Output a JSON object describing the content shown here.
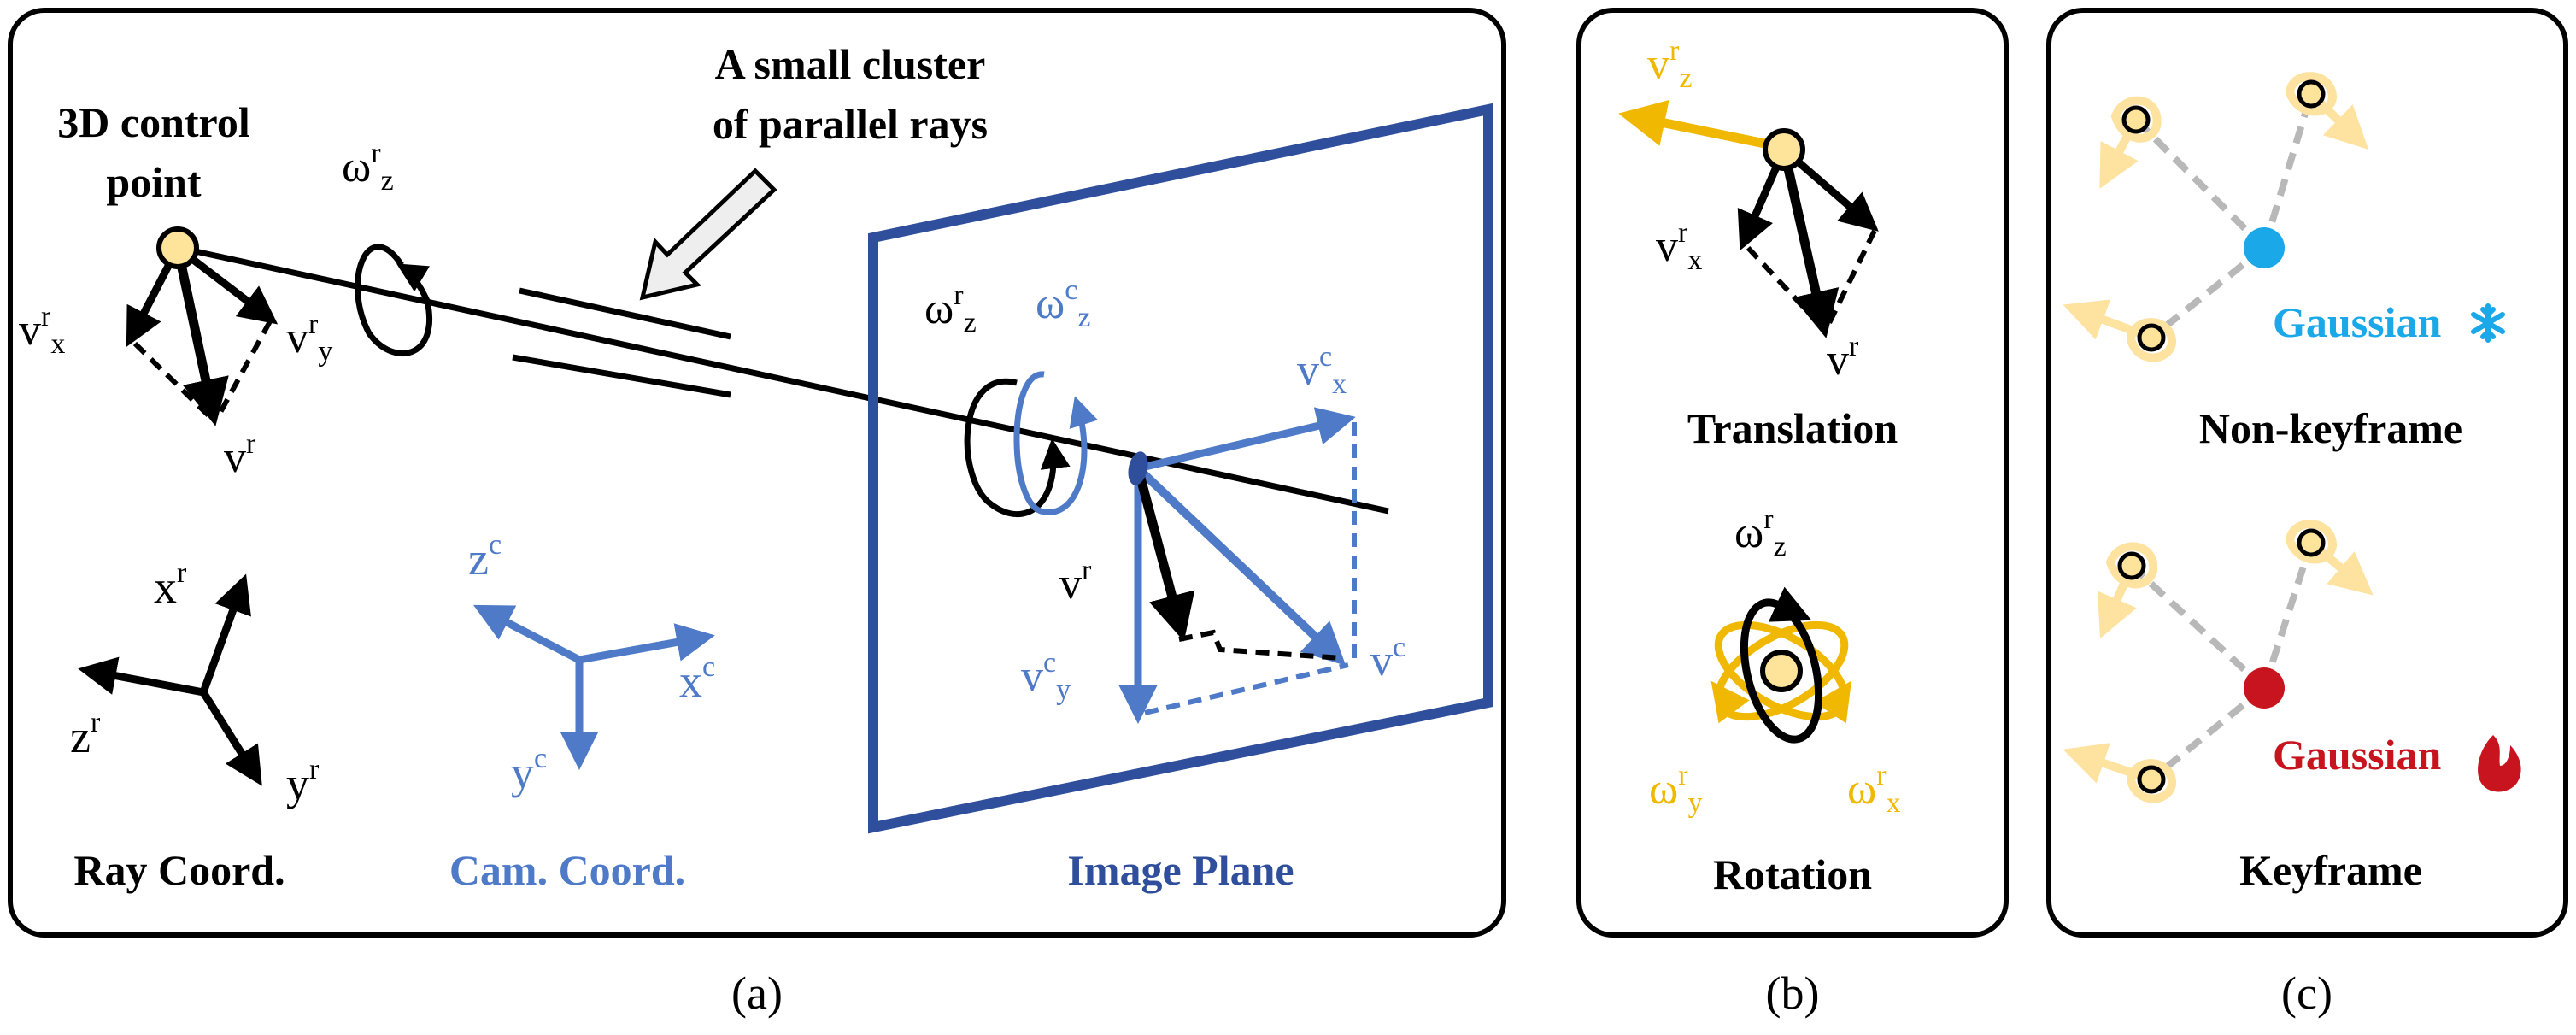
{
  "panels": {
    "a": {
      "caption": "(a)",
      "control_point_label": [
        "3D control",
        "point"
      ],
      "cluster_label": [
        "A small cluster",
        "of parallel rays"
      ],
      "omega_rz_label": {
        "base": "ω",
        "sup": "r",
        "sub": "z"
      },
      "vr_x_label": {
        "base": "v",
        "sup": "r",
        "sub": "x"
      },
      "vr_y_label": {
        "base": "v",
        "sup": "r",
        "sub": "y"
      },
      "vr_label": {
        "base": "v",
        "sup": "r"
      },
      "plane_omega_rz": {
        "base": "ω",
        "sup": "r",
        "sub": "z"
      },
      "plane_omega_cz": {
        "base": "ω",
        "sup": "c",
        "sub": "z"
      },
      "vc_x_label": {
        "base": "v",
        "sup": "c",
        "sub": "x"
      },
      "vc_y_label": {
        "base": "v",
        "sup": "c",
        "sub": "y"
      },
      "vc_label": {
        "base": "v",
        "sup": "c"
      },
      "plane_vr_label": {
        "base": "v",
        "sup": "r"
      },
      "ray_axes": {
        "x": {
          "base": "x",
          "sup": "r"
        },
        "y": {
          "base": "y",
          "sup": "r"
        },
        "z": {
          "base": "z",
          "sup": "r"
        },
        "title": "Ray Coord."
      },
      "cam_axes": {
        "x": {
          "base": "x",
          "sup": "c"
        },
        "y": {
          "base": "y",
          "sup": "c"
        },
        "z": {
          "base": "z",
          "sup": "c"
        },
        "title": "Cam. Coord."
      },
      "image_plane_title": "Image Plane"
    },
    "b": {
      "caption": "(b)",
      "vr_z_label": {
        "base": "v",
        "sup": "r",
        "sub": "z"
      },
      "vr_x_label": {
        "base": "v",
        "sup": "r",
        "sub": "x"
      },
      "vr_label": {
        "base": "v",
        "sup": "r"
      },
      "translation_title": "Translation",
      "omega_rz_label": {
        "base": "ω",
        "sup": "r",
        "sub": "z"
      },
      "omega_ry_label": {
        "base": "ω",
        "sup": "r",
        "sub": "y"
      },
      "omega_rx_label": {
        "base": "ω",
        "sup": "r",
        "sub": "x"
      },
      "rotation_title": "Rotation"
    },
    "c": {
      "caption": "(c)",
      "nonkey_gaussian_label": "Gaussian",
      "nonkey_title": "Non-keyframe",
      "key_gaussian_label": "Gaussian",
      "key_title": "Keyframe"
    }
  },
  "colors": {
    "black": "#000000",
    "ink_blue": "#4e7ac8",
    "plane_blue": "#2f4f9c",
    "gold": "#f0b800",
    "pale_gold": "#fde7a7",
    "control_point": "#fde49a",
    "frozen_gaussian": "#1aa8e8",
    "active_gaussian": "#c8141e",
    "dashed_gray": "#b8b8b8"
  },
  "icons": {
    "frozen": "snowflake-icon",
    "active": "flame-icon"
  }
}
